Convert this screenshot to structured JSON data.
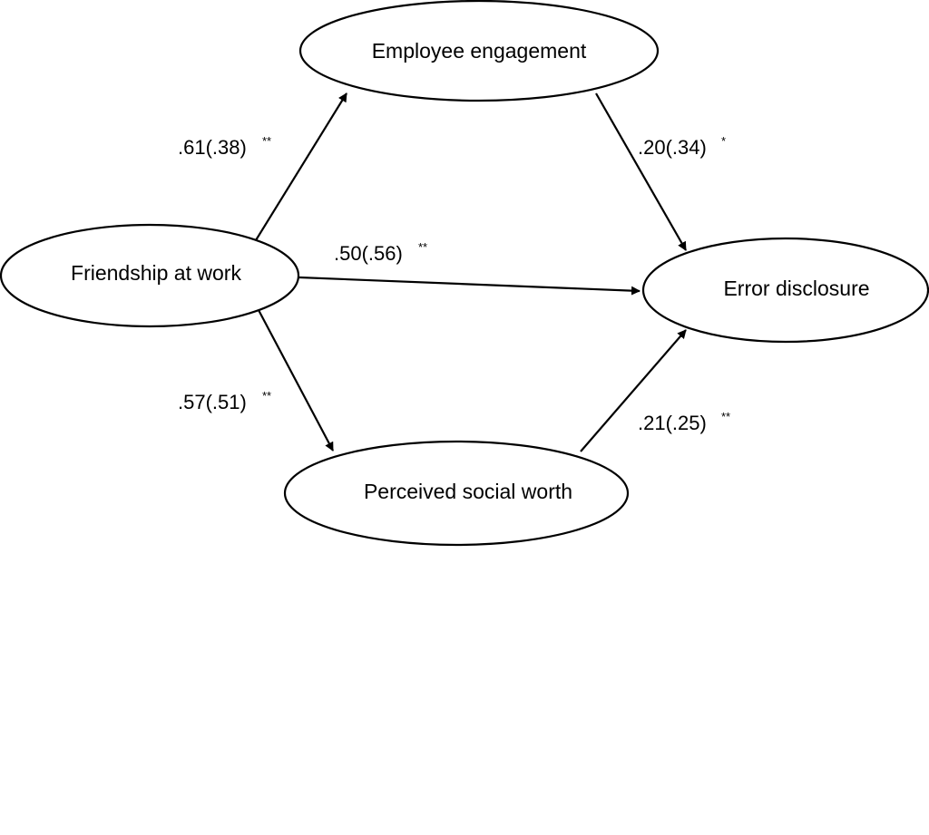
{
  "nodes": {
    "engagement": "Employee engagement",
    "friendship": "Friendship at work",
    "disclosure": "Error disclosure",
    "social_worth": "Perceived social worth"
  },
  "paths": {
    "friendship_to_engagement": {
      "coef": ".61(.38)",
      "sig": "**"
    },
    "engagement_to_disclosure": {
      "coef": ".20(.34)",
      "sig": "*"
    },
    "friendship_to_disclosure": {
      "coef": ".50(.56)",
      "sig": "**"
    },
    "friendship_to_social_worth": {
      "coef": ".57(.51)",
      "sig": "**"
    },
    "social_worth_to_disclosure": {
      "coef": ".21(.25)",
      "sig": "**"
    }
  }
}
